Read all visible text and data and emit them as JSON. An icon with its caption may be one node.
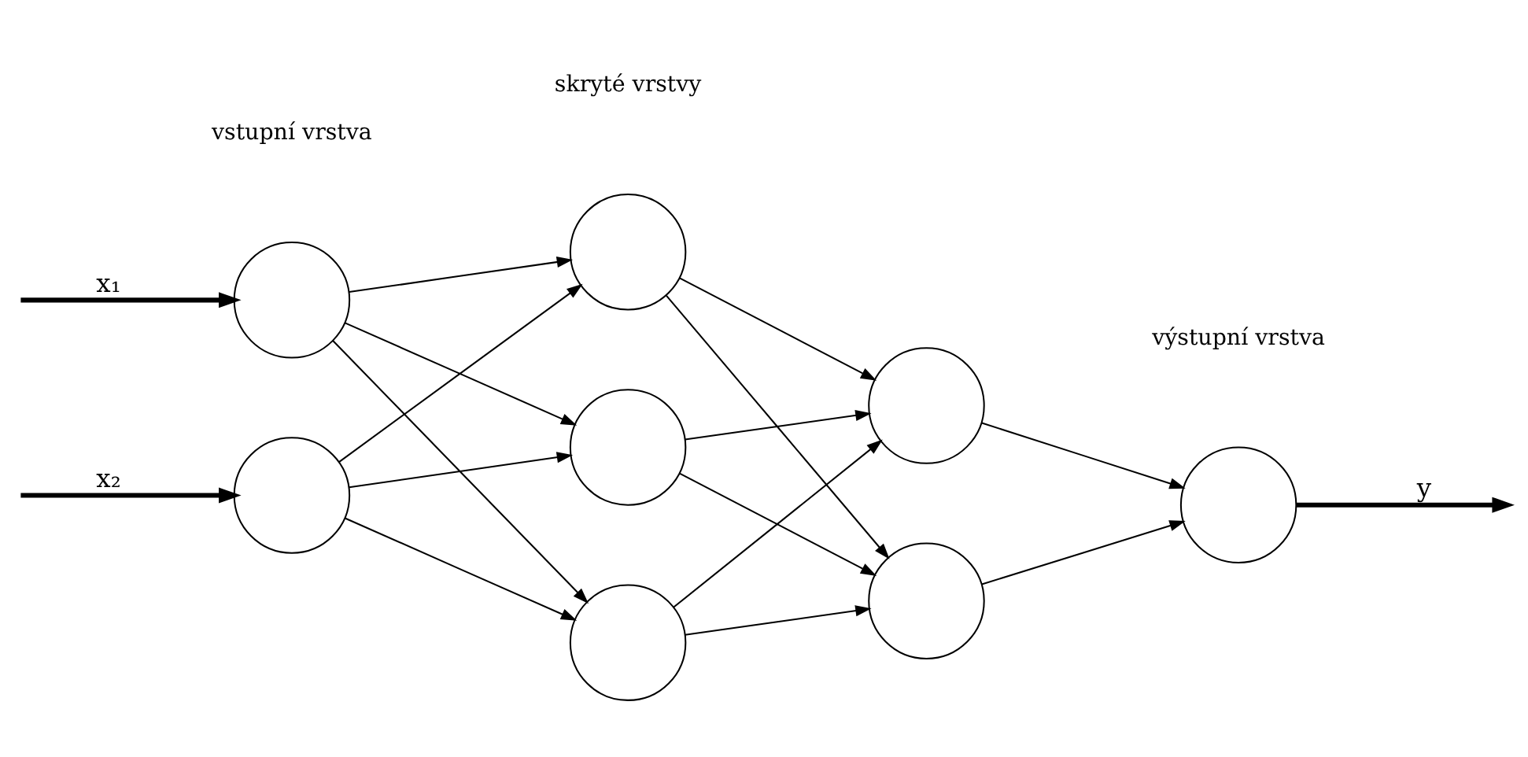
{
  "diagram": {
    "nodes": [
      {
        "text": [],
        "shape": "circle"
      },
      {
        "text": [],
        "shape": "circle"
      },
      {
        "text": [],
        "shape": "circle"
      },
      {
        "text": [],
        "shape": "circle"
      },
      {
        "text": [],
        "shape": "circle"
      },
      {
        "text": [],
        "shape": "circle"
      },
      {
        "text": [],
        "shape": "circle"
      },
      {
        "text": [],
        "shape": "circle"
      }
    ],
    "edges": [
      {
        "from": null,
        "to": 0,
        "arrow": "to",
        "label": "x₁",
        "style": "thick"
      },
      {
        "from": null,
        "to": 1,
        "arrow": "to",
        "label": "x₂",
        "style": "thick"
      },
      {
        "from": 0,
        "to": 2,
        "arrow": "to"
      },
      {
        "from": 0,
        "to": 3,
        "arrow": "to"
      },
      {
        "from": 0,
        "to": 4,
        "arrow": "to"
      },
      {
        "from": 1,
        "to": 2,
        "arrow": "to"
      },
      {
        "from": 1,
        "to": 3,
        "arrow": "to"
      },
      {
        "from": 1,
        "to": 4,
        "arrow": "to"
      },
      {
        "from": 2,
        "to": 5,
        "arrow": "to"
      },
      {
        "from": 2,
        "to": 6,
        "arrow": "to"
      },
      {
        "from": 3,
        "to": 5,
        "arrow": "to"
      },
      {
        "from": 3,
        "to": 6,
        "arrow": "to"
      },
      {
        "from": 4,
        "to": 5,
        "arrow": "to"
      },
      {
        "from": 4,
        "to": 6,
        "arrow": "to"
      },
      {
        "from": 5,
        "to": 7,
        "arrow": "to"
      },
      {
        "from": 6,
        "to": 7,
        "arrow": "to"
      },
      {
        "from": 7,
        "to": null,
        "arrow": "to",
        "label": "y",
        "style": "thick"
      }
    ],
    "labels": [
      "vstupní vrstva",
      "skryté vrstvy",
      "výstupní vrstva"
    ]
  }
}
